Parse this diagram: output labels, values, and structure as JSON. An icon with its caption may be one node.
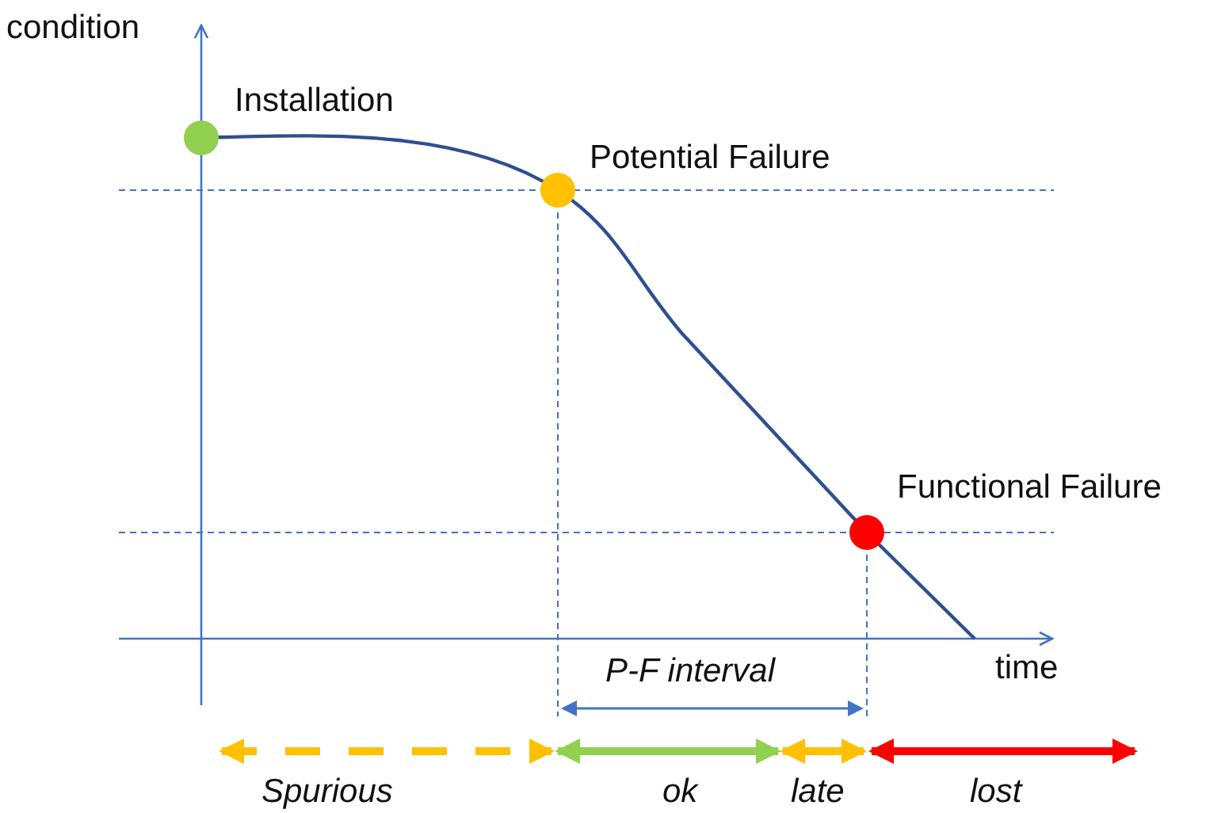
{
  "diagram": {
    "labels": [
      "condition",
      "Installation",
      "Potential Failure",
      "Functional Failure",
      "P-F interval",
      "time",
      "Spurious",
      "ok",
      "late",
      "lost"
    ]
  }
}
